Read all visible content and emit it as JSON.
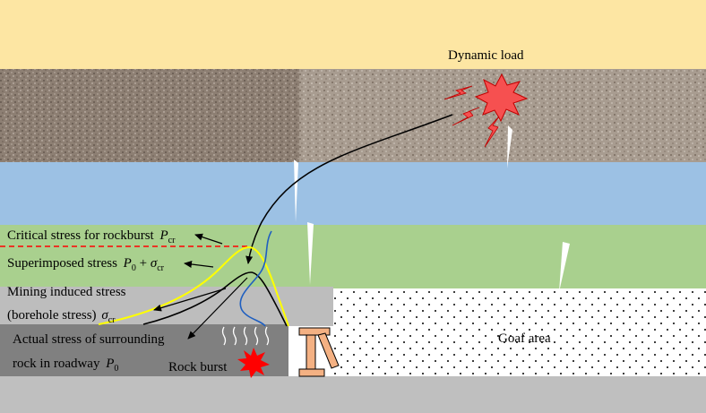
{
  "labels": {
    "dynamic_load": "Dynamic load",
    "critical_stress": "Critical stress for rockburst",
    "critical_symbol": "P",
    "critical_subscript": "cr",
    "superimposed_stress": "Superimposed stress",
    "superimposed_p": "P",
    "superimposed_p_sub": "0",
    "superimposed_plus": " + ",
    "superimposed_sigma": "σ",
    "superimposed_sigma_sub": "cr",
    "mining_stress_line1": "Mining induced stress",
    "mining_stress_line2": "(borehole stress)",
    "mining_sigma": "σ",
    "mining_sigma_sub": "cr",
    "actual_stress_line1": "Actual stress of surrounding",
    "actual_stress_line2": "rock in roadway",
    "actual_p": "P",
    "actual_p_sub": "0",
    "rock_burst": "Rock burst",
    "goaf_area": "Goaf area"
  },
  "colors": {
    "sky_layer": "#fde6a3",
    "rock_layer_left": "#8d7f73",
    "rock_layer_right": "#a69a8e",
    "water_layer": "#9cc1e4",
    "green_layer": "#a9d08e",
    "gray_layer": "#bdbdbd",
    "roadway": "#808080",
    "floor": "#bfbfbf",
    "goaf": "#ffffff",
    "critical_line": "#ff0000",
    "superimposed_curve": "#ffff00",
    "mining_curve": "#000000",
    "blue_curve": "#1f5fc0",
    "burst_star": "#ff0000",
    "explosion_star": "#f65050",
    "support": "#f4b183"
  },
  "icons": {
    "explosion": "explosion-icon",
    "lightning": "lightning-icon",
    "rock_burst": "burst-star-icon",
    "support": "hydraulic-support-icon"
  }
}
